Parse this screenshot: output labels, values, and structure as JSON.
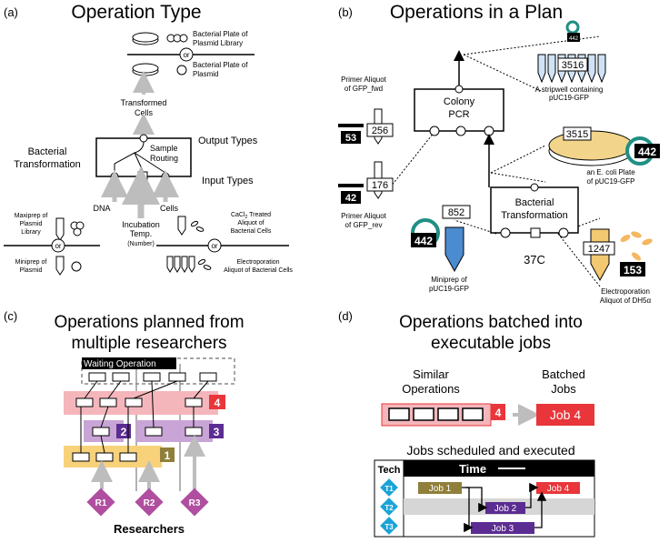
{
  "panel_a": {
    "label": "(a)",
    "title": "Operation Type",
    "operation_name_1": "Bacterial",
    "operation_name_2": "Transformation",
    "routing_1": "Sample",
    "routing_2": "Routing",
    "output_types": "Output Types",
    "input_types": "Input Types",
    "output_label_1": "Transformed",
    "output_label_2": "Cells",
    "out_plate_library_1": "Bacterial Plate of",
    "out_plate_library_2": "Plasmid Library",
    "or": "or",
    "out_plate_plasmid_1": "Bacterial Plate of",
    "out_plate_plasmid_2": "Plasmid",
    "in_dna": "DNA",
    "in_temp_1": "Incubation",
    "in_temp_2": "Temp.",
    "in_temp_3": "(Number)",
    "in_cells": "Cells",
    "maxiprep_1": "Maxiprep of",
    "maxiprep_2": "Plasmid",
    "maxiprep_3": "Library",
    "miniprep_1": "Miniprep of",
    "miniprep_2": "Plasmid",
    "cacl_1": "CaCl",
    "cacl_sub": "2",
    "cacl_2": " Treated",
    "cacl_3": "Aliquot of",
    "cacl_4": "Bacterial Cells",
    "electro_1": "Electroporation",
    "electro_2": "Aliquot of Bacterial Cells"
  },
  "panel_b": {
    "label": "(b)",
    "title": "Operations in a Plan",
    "colony_1": "Colony",
    "colony_2": "PCR",
    "bt_1": "Bacterial",
    "bt_2": "Transformation",
    "primer_fwd_1": "Primer Aliquot",
    "primer_fwd_2": "of GFP_fwd",
    "primer_fwd_id": "256",
    "primer_fwd_badge": "53",
    "primer_rev_1": "Primer Aliquot",
    "primer_rev_2": "of GFP_rev",
    "primer_rev_id": "176",
    "primer_rev_badge": "42",
    "stripwell_id": "3516",
    "stripwell_badge": "442",
    "stripwell_1": "A stripwell containing",
    "stripwell_2": "pUC19-GFP",
    "plate_id": "3515",
    "plate_badge": "442",
    "plate_1": "an E. coli Plate",
    "plate_2": "of pUC19-GFP",
    "miniprep_id": "852",
    "miniprep_badge": "442",
    "miniprep_1": "Miniprep of",
    "miniprep_2": "pUC19-GFP",
    "temp": "37C",
    "electro_id": "1247",
    "electro_badge": "153",
    "electro_1": "Electroporation",
    "electro_2": "Aliquot of DH5α"
  },
  "panel_c": {
    "label": "(c)",
    "title_1": "Operations planned from",
    "title_2": "multiple researchers",
    "waiting": "Waiting Operation",
    "badge_4": "4",
    "badge_2": "2",
    "badge_3": "3",
    "badge_1": "1",
    "r1": "R1",
    "r2": "R2",
    "r3": "R3",
    "researchers": "Researchers"
  },
  "panel_d": {
    "label": "(d)",
    "title_1": "Operations batched into",
    "title_2": "executable jobs",
    "similar_1": "Similar",
    "similar_2": "Operations",
    "similar_badge": "4",
    "batched_1": "Batched",
    "batched_2": "Jobs",
    "job4_box": "Job 4",
    "sched_title": "Jobs scheduled and executed",
    "tech": "Tech",
    "time": "Time",
    "t1": "T1",
    "t2": "T2",
    "t3": "T3",
    "job1": "Job 1",
    "job2": "Job 2",
    "job3": "Job 3",
    "job4": "Job 4"
  },
  "colors": {
    "red": "#e8363a",
    "pink": "#f4b6bb",
    "purple": "#5b2c91",
    "lavender": "#c9a4d6",
    "olive": "#8f7f3a",
    "yellow": "#f8d27a",
    "magenta": "#b04ea0",
    "cyan": "#1ba3d9",
    "gray": "#bdbdbd",
    "teal": "#1f8f84"
  }
}
